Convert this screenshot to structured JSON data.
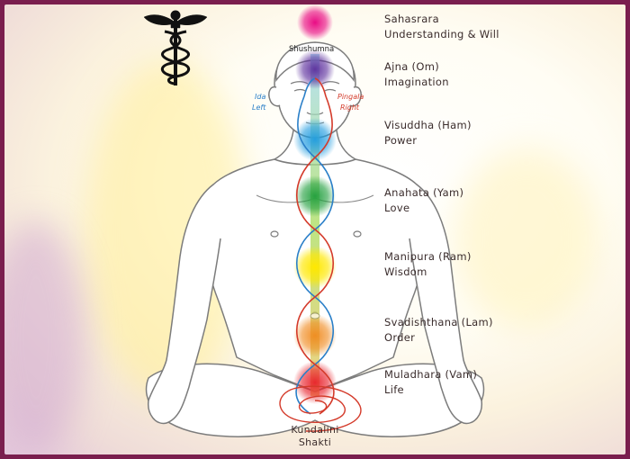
{
  "colors": {
    "frame": "#7a1e4e",
    "ida": "#2a7fc8",
    "pingala": "#d43a2a",
    "sushumna": "#8fd14f",
    "body_outline": "#777777"
  },
  "icons": {
    "caduceus": "caduceus-icon"
  },
  "labels": {
    "sushumna": "Shushumna",
    "ida": {
      "name": "Ida",
      "side": "Left"
    },
    "pingala": {
      "name": "Pingala",
      "side": "Right"
    },
    "kundalini": {
      "line1": "Kundalini",
      "line2": "Shakti"
    }
  },
  "chakras": [
    {
      "title": "Sahasrara",
      "quality": "Understanding & Will",
      "color": "#e8007f"
    },
    {
      "title": "Ajna (Om)",
      "quality": "Imagination",
      "color": "#5b2d9c"
    },
    {
      "title": "Visuddha (Ham)",
      "quality": "Power",
      "color": "#1e9be0"
    },
    {
      "title": "Anahata (Yam)",
      "quality": "Love",
      "color": "#1f9e3c"
    },
    {
      "title": "Manipura (Ram)",
      "quality": "Wisdom",
      "color": "#ffe800"
    },
    {
      "title": "Svadishthana (Lam)",
      "quality": "Order",
      "color": "#f08a1e"
    },
    {
      "title": "Muladhara (Vam)",
      "quality": "Life",
      "color": "#e8202a"
    }
  ]
}
